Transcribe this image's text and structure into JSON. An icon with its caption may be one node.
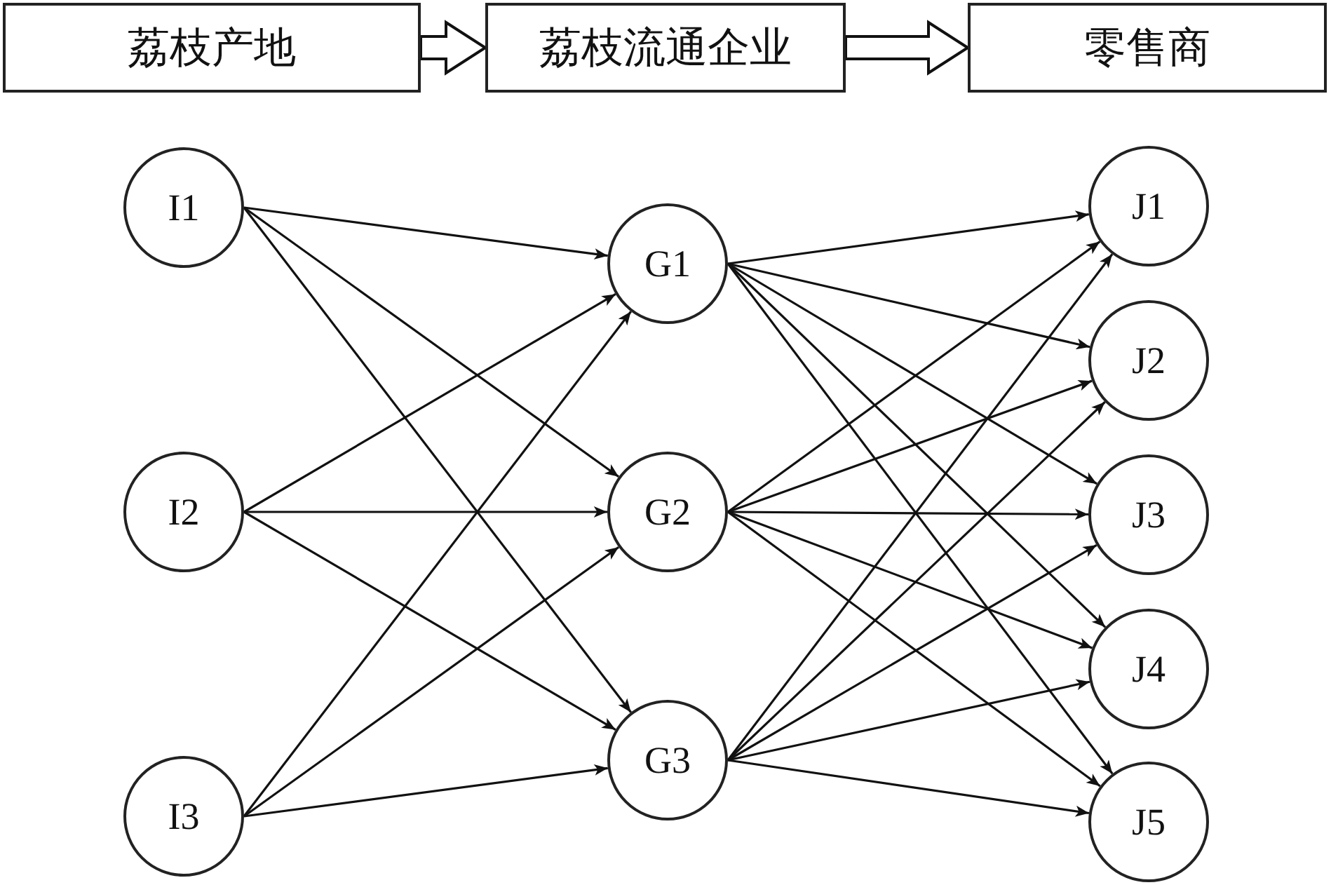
{
  "diagram": {
    "nodes": [
      {
        "text": [
          "荔枝产地"
        ]
      },
      {
        "text": [
          "荔枝流通企业"
        ]
      },
      {
        "text": [
          "零售商"
        ]
      },
      {
        "text": [
          "I1"
        ]
      },
      {
        "text": [
          "I2"
        ]
      },
      {
        "text": [
          "I3"
        ]
      },
      {
        "text": [
          "G1"
        ]
      },
      {
        "text": [
          "G2"
        ]
      },
      {
        "text": [
          "G3"
        ]
      },
      {
        "text": [
          "J1"
        ]
      },
      {
        "text": [
          "J2"
        ]
      },
      {
        "text": [
          "J3"
        ]
      },
      {
        "text": [
          "J4"
        ]
      },
      {
        "text": [
          "J5"
        ]
      }
    ],
    "edges": [
      {
        "from": 0,
        "to": 1,
        "arrow": "to",
        "style": "thick"
      },
      {
        "from": 1,
        "to": 2,
        "arrow": "to",
        "style": "thick"
      },
      {
        "from": 3,
        "to": 6,
        "arrow": "to"
      },
      {
        "from": 3,
        "to": 7,
        "arrow": "to"
      },
      {
        "from": 3,
        "to": 8,
        "arrow": "to"
      },
      {
        "from": 4,
        "to": 6,
        "arrow": "to"
      },
      {
        "from": 4,
        "to": 7,
        "arrow": "to"
      },
      {
        "from": 4,
        "to": 8,
        "arrow": "to"
      },
      {
        "from": 5,
        "to": 6,
        "arrow": "to"
      },
      {
        "from": 5,
        "to": 7,
        "arrow": "to"
      },
      {
        "from": 5,
        "to": 8,
        "arrow": "to"
      },
      {
        "from": 6,
        "to": 9,
        "arrow": "to"
      },
      {
        "from": 6,
        "to": 10,
        "arrow": "to"
      },
      {
        "from": 6,
        "to": 11,
        "arrow": "to"
      },
      {
        "from": 6,
        "to": 12,
        "arrow": "to"
      },
      {
        "from": 6,
        "to": 13,
        "arrow": "to"
      },
      {
        "from": 7,
        "to": 9,
        "arrow": "to"
      },
      {
        "from": 7,
        "to": 10,
        "arrow": "to"
      },
      {
        "from": 7,
        "to": 11,
        "arrow": "to"
      },
      {
        "from": 7,
        "to": 12,
        "arrow": "to"
      },
      {
        "from": 7,
        "to": 13,
        "arrow": "to"
      },
      {
        "from": 8,
        "to": 9,
        "arrow": "to"
      },
      {
        "from": 8,
        "to": 10,
        "arrow": "to"
      },
      {
        "from": 8,
        "to": 11,
        "arrow": "to"
      },
      {
        "from": 8,
        "to": 12,
        "arrow": "to"
      },
      {
        "from": 8,
        "to": 13,
        "arrow": "to"
      }
    ]
  }
}
